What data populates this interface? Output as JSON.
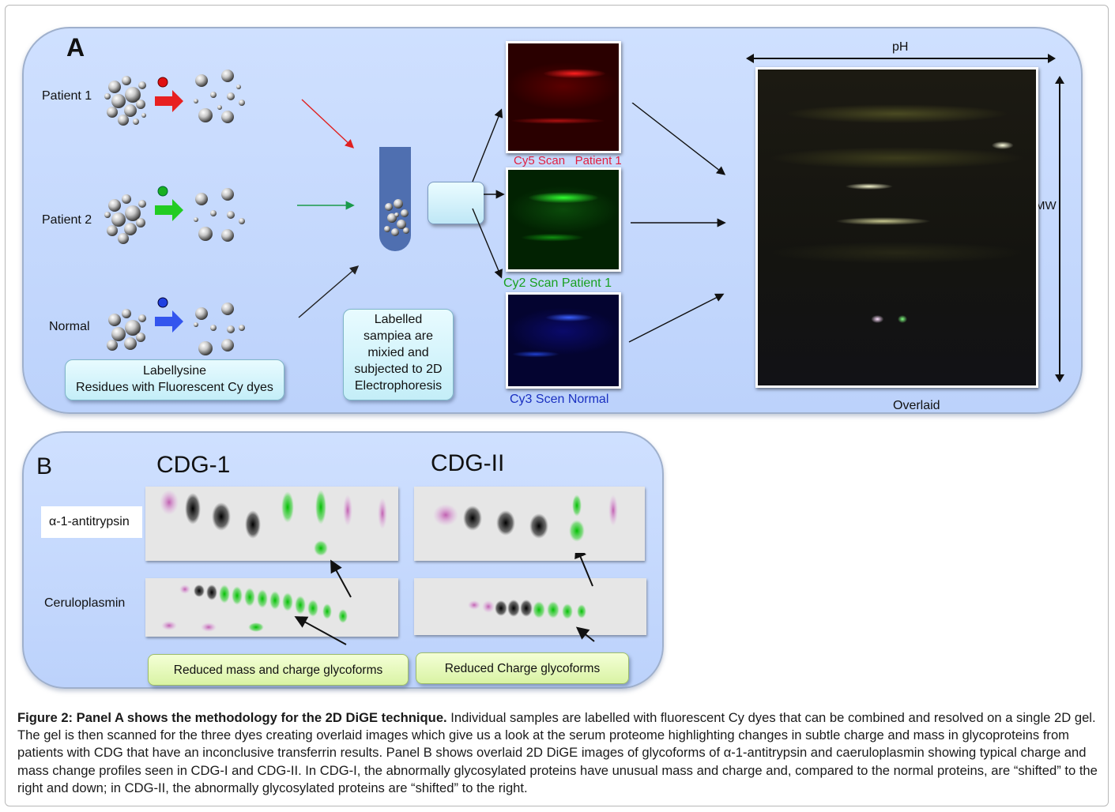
{
  "panel_a": {
    "letter": "A",
    "rows": [
      "Patient 1",
      "Patient 2",
      "Normal"
    ],
    "dye_colors": [
      "#e01010",
      "#18b020",
      "#2040e0"
    ],
    "label_callout_line1": "Labellysine",
    "label_callout_line2": "Residues with Fluorescent Cy dyes",
    "tube_callout": [
      "Labelled",
      "sampiea are",
      "mixied and",
      "subjected to 2D",
      "Electrophoresis"
    ],
    "scans": [
      {
        "label": "Cy5 Scan",
        "label2": "Patient 1",
        "color": "#e01010"
      },
      {
        "label": "Cy2 Scan Patient 1",
        "color": "#18a020"
      },
      {
        "label": "Cy3 Scen Normal",
        "color": "#1a30c0"
      }
    ],
    "overlay_top_axis": "pH",
    "overlay_side_axis": "MW",
    "overlay_caption": "Overlaid"
  },
  "panel_b": {
    "letter": "B",
    "col_titles": [
      "CDG-1",
      "CDG-II"
    ],
    "row_labels": [
      "α-1-antitrypsin",
      "Ceruloplasmin"
    ],
    "notes": [
      "Reduced mass and charge glycoforms",
      "Reduced Charge glycoforms"
    ]
  },
  "caption": {
    "bold": "Figure 2: Panel A shows the methodology for the 2D DiGE technique.",
    "text": " Individual samples are labelled with fluorescent Cy dyes that can be combined and resolved on a single 2D gel. The gel is then scanned for the three dyes creating overlaid images which give us a look at the serum proteome highlighting changes in subtle charge and mass in glycoproteins from patients with CDG that have an inconclusive transferrin results. Panel B shows overlaid 2D DiGE images of glycoforms of α-1-antitrypsin and caeruloplasmin showing typical charge and mass change profiles seen in CDG-I and CDG-II. In CDG-I, the abnormally glycosylated proteins have unusual mass and charge and, compared to the normal proteins, are “shifted” to the right and down; in CDG-II, the abnormally glycosylated proteins are “shifted” to the right."
  }
}
